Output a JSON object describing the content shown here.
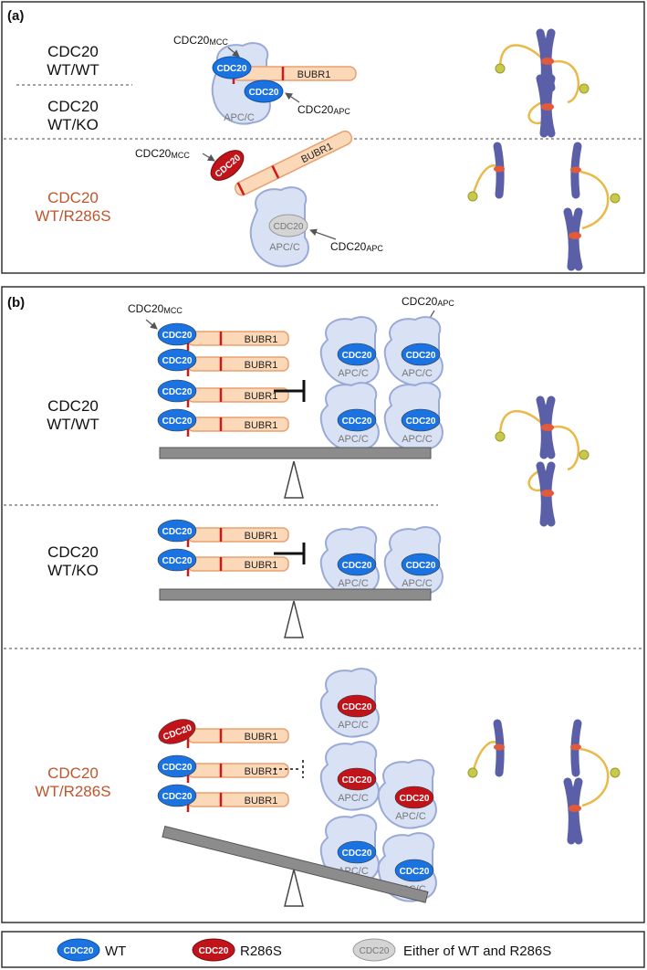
{
  "panel_a": {
    "label": "(a)",
    "rows": [
      {
        "line1": "CDC20",
        "line2": "WT/WT"
      },
      {
        "line1": "CDC20",
        "line2": "WT/KO"
      },
      {
        "line1": "CDC20",
        "line2": "WT/R286S"
      }
    ],
    "cdc20_mcc_prefix": "CDC20",
    "cdc20_mcc_sub": "MCC",
    "cdc20_apc_prefix": "CDC20",
    "cdc20_apc_sub": "APC",
    "bubr1": "BUBR1",
    "apcc": "APC/C",
    "cdc20": "CDC20"
  },
  "panel_b": {
    "label": "(b)",
    "rows": [
      {
        "line1": "CDC20",
        "line2": "WT/WT"
      },
      {
        "line1": "CDC20",
        "line2": "WT/KO"
      },
      {
        "line1": "CDC20",
        "line2": "WT/R286S"
      }
    ],
    "cdc20_mcc_prefix": "CDC20",
    "cdc20_mcc_sub": "MCC",
    "cdc20_apc_prefix": "CDC20",
    "cdc20_apc_sub": "APC",
    "bubr1": "BUBR1",
    "apcc": "APC/C",
    "cdc20": "CDC20"
  },
  "legend": [
    {
      "badge": "CDC20",
      "text": "WT",
      "color": "#1a73e0"
    },
    {
      "badge": "CDC20",
      "text": "R286S",
      "color": "#c0141a"
    },
    {
      "badge": "CDC20",
      "text": "Either of WT and R286S",
      "color": "#d4d4d4"
    }
  ],
  "colors": {
    "wt": "#1a73e0",
    "mutant": "#c0141a",
    "either": "#d4d4d4",
    "apcc_fill": "#d9e1f5",
    "apcc_stroke": "#9aaad6",
    "bubr1_fill": "#fbd8b8",
    "bubr1_stroke": "#e8a070",
    "chromosome": "#5a5fa8",
    "spindle": "#eab94a",
    "kinetochore": "#e35a3a",
    "mutant_label": "#c0552e",
    "seesaw": "#8c8c8c"
  }
}
